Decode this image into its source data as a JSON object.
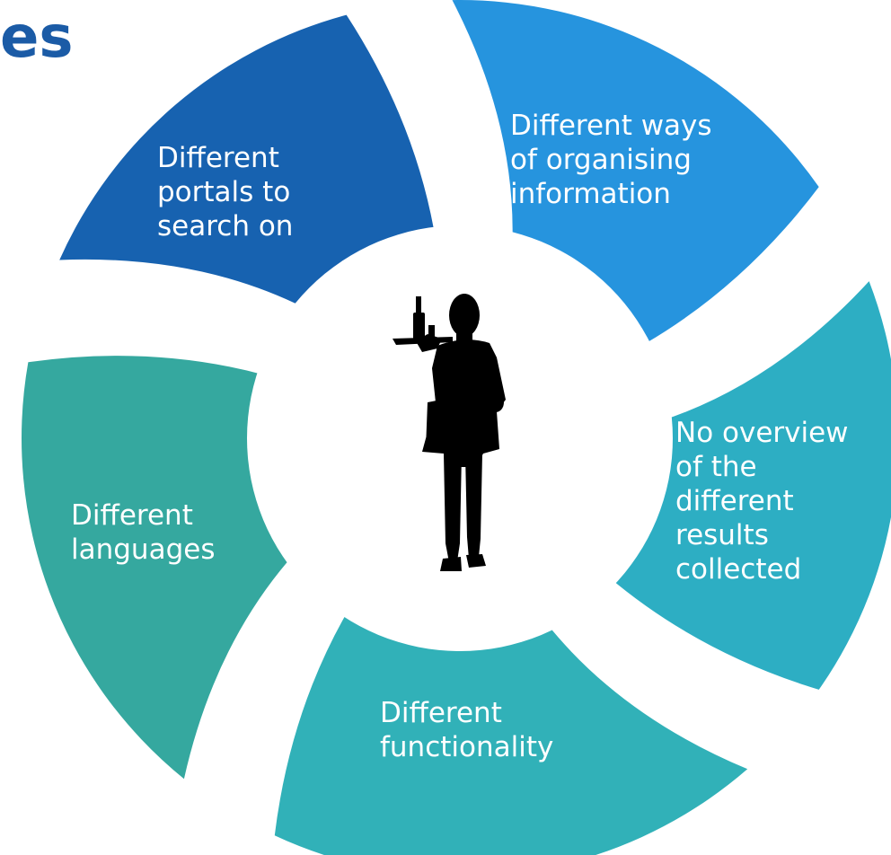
{
  "title": "es",
  "colors": {
    "title": "#1b5ba6",
    "background": "#ffffff",
    "center": "#ffffff",
    "silhouette": "#000000",
    "label_text": "#ffffff"
  },
  "segments": [
    {
      "id": "portals",
      "lines": [
        "Different",
        "portals to",
        "search on"
      ],
      "color": "#1762b0"
    },
    {
      "id": "ways",
      "lines": [
        "Different ways",
        "of organising",
        "information"
      ],
      "color": "#2694de"
    },
    {
      "id": "overview",
      "lines": [
        "No overview",
        "of the",
        "different",
        "results",
        "collected"
      ],
      "color": "#2daec3"
    },
    {
      "id": "functionality",
      "lines": [
        "Different",
        "functionality"
      ],
      "color": "#31b1b8"
    },
    {
      "id": "languages",
      "lines": [
        "Different",
        "languages"
      ],
      "color": "#35a89f"
    }
  ],
  "center_icon": "waiter-silhouette-icon"
}
